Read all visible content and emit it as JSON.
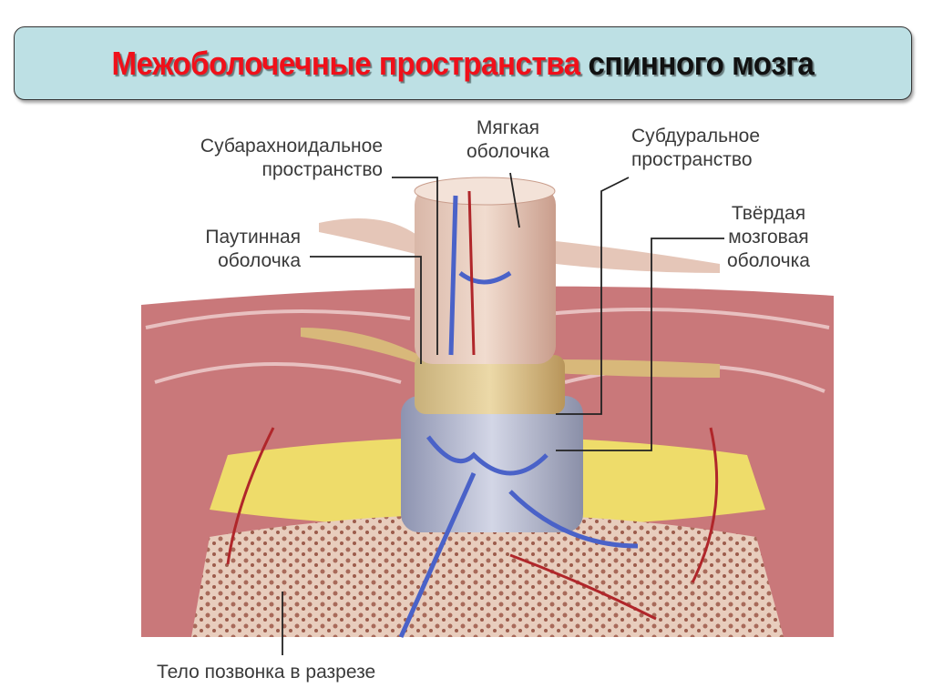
{
  "title": {
    "red_part": "Межоболочечные пространства",
    "black_part": "спинного мозга"
  },
  "labels": {
    "subarachnoid": [
      "Субарахноидальное",
      "пространство"
    ],
    "pia": [
      "Мягкая",
      "оболочка"
    ],
    "subdural": [
      "Субдуральное",
      "пространство"
    ],
    "arachnoid": [
      "Паутинная",
      "оболочка"
    ],
    "dura": [
      "Твёрдая",
      "мозговая",
      "оболочка"
    ],
    "vertebra": "Тело позвонка в разрезе"
  },
  "colors": {
    "title_bg": "#bde0e4",
    "title_red": "#f0101a",
    "muscle": "#c9787a",
    "bone": "#e6c9b8",
    "vein": "#4a62c8",
    "artery": "#b0262a"
  }
}
